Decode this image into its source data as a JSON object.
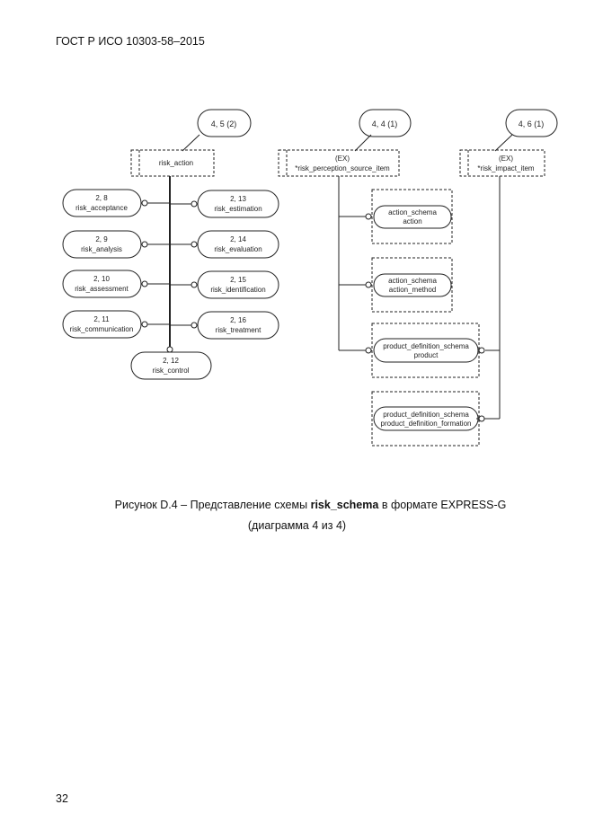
{
  "header": "ГОСТ Р ИСО 10303-58–2015",
  "page_number": "32",
  "caption": {
    "prefix": "Рисунок  D.4 – Представление схемы",
    "schema": "risk_schema",
    "suffix": "в формате EXPRESS-G",
    "line2": "(диаграмма 4 из 4)"
  },
  "diagram": {
    "page_refs": {
      "risk_action": "4, 5 (2)",
      "perception": "4, 4 (1)",
      "impact": "4, 6 (1)"
    },
    "entities": {
      "risk_action": [
        "risk_action"
      ],
      "perception": [
        "(EX)",
        "*risk_perception_source_item"
      ],
      "impact": [
        "(EX)",
        "*risk_impact_item"
      ]
    },
    "left_refs": [
      {
        "ref": "2, 8",
        "name": "risk_acceptance"
      },
      {
        "ref": "2, 9",
        "name": "risk_analysis"
      },
      {
        "ref": "2, 10",
        "name": "risk_assessment"
      },
      {
        "ref": "2, 11",
        "name": "risk_communication"
      }
    ],
    "right_refs": [
      {
        "ref": "2, 13",
        "name": "risk_estimation"
      },
      {
        "ref": "2, 14",
        "name": "risk_evaluation"
      },
      {
        "ref": "2, 15",
        "name": "risk_identification"
      },
      {
        "ref": "2, 16",
        "name": "risk_treatment"
      }
    ],
    "bottom_ref": {
      "ref": "2, 12",
      "name": "risk_control"
    },
    "schema_refs": [
      {
        "schema": "action_schema",
        "item": "action"
      },
      {
        "schema": "action_schema",
        "item": "action_method"
      },
      {
        "schema": "product_definition_schema",
        "item": "product"
      },
      {
        "schema": "product_definition_schema",
        "item": "product_definition_formation"
      }
    ]
  }
}
